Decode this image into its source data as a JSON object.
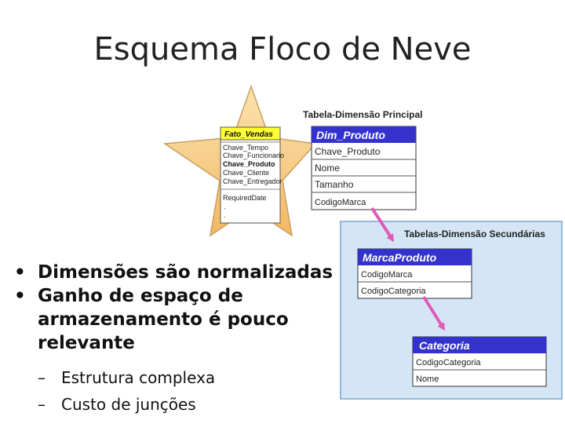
{
  "slide": {
    "title": "Esquema Floco de Neve",
    "bullets": [
      "Dimensões são normalizadas",
      "Ganho de espaço de armazenamento é pouco relevante"
    ],
    "sub_bullets": [
      "Estrutura complexa",
      "Custo de junções"
    ],
    "bullet_marker": "•",
    "sub_bullet_marker": "–"
  },
  "diagram": {
    "fact_table": {
      "title": "Fato_Vendas",
      "keys": [
        "Chave_Tempo",
        "Chave_Funcionario",
        "Chave_Produto",
        "Chave_Cliente",
        "Chave_Entregador"
      ],
      "other": [
        "RequiredDate",
        ".",
        "."
      ]
    },
    "primary_label": "Tabela-Dimensão Principal",
    "dim_produto": {
      "title": "Dim_Produto",
      "fields": [
        "Chave_Produto",
        "Nome",
        "Tamanho",
        "CodigoMarca"
      ]
    },
    "secondary_label": "Tabelas-Dimensão Secundárias",
    "marca_produto": {
      "title": "MarcaProduto",
      "fields": [
        "CodigoMarca",
        "CodigoCategoria"
      ]
    },
    "categoria": {
      "title": "Categoria",
      "fields": [
        "CodigoCategoria",
        "Nome"
      ]
    },
    "colors": {
      "star_fill": "#f6c97a",
      "star_stroke": "#c8a060",
      "fact_header": "#ffff33",
      "table_header": "#3333cc",
      "secondary_bg": "#d4e6f6",
      "secondary_border": "#7fa3c8",
      "arrow": "#e05ab8"
    }
  }
}
